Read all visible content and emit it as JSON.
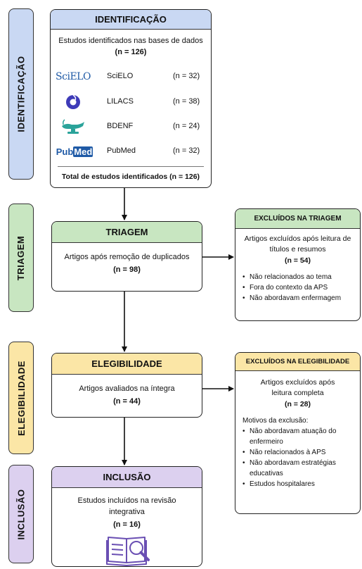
{
  "stages": {
    "identificacao": "IDENTIFICAÇÃO",
    "triagem": "TRIAGEM",
    "elegibilidade": "ELEGIBILIDADE",
    "inclusao": "INCLUSÃO"
  },
  "identificacao": {
    "title": "IDENTIFICAÇÃO",
    "desc": "Estudos identificados nas bases de dados",
    "count": "(n = 126)",
    "databases": [
      {
        "logo": "scielo-logo",
        "logo_text": "SciELO",
        "name": "SciELO",
        "n": "(n = 32)"
      },
      {
        "logo": "lilacs-logo",
        "name": "LILACS",
        "n": "(n = 38)"
      },
      {
        "logo": "bdenf-logo",
        "name": "BDENF",
        "n": "(n = 24)"
      },
      {
        "logo": "pubmed-logo",
        "logo_text_a": "Pub",
        "logo_text_b": "Med",
        "name": "PubMed",
        "n": "(n = 32)"
      }
    ],
    "total": "Total de estudos identificados (n = 126)"
  },
  "triagem": {
    "title": "TRIAGEM",
    "desc": "Artigos após remoção de duplicados",
    "count": "(n = 98)"
  },
  "excluidos_triagem": {
    "title": "EXCLUÍDOS NA TRIAGEM",
    "desc": "Artigos excluídos após leitura de títulos e resumos",
    "count": "(n = 54)",
    "reasons": [
      "Não relacionados ao tema",
      "Fora do contexto da APS",
      "Não abordavam enfermagem"
    ]
  },
  "elegibilidade": {
    "title": "ELEGIBILIDADE",
    "desc": "Artigos avaliados na íntegra",
    "count": "(n = 44)"
  },
  "excluidos_elegibilidade": {
    "title": "EXCLUÍDOS NA ELEGIBILIDADE",
    "desc": "Artigos excluídos após leitura completa",
    "count": "(n = 28)",
    "motivos_label": "Motivos da exclusão:",
    "reasons": [
      "Não abordavam atuação do enfermeiro",
      "Não relacionados à APS",
      "Não abordavam estratégias educativas",
      "Estudos hospitalares"
    ]
  },
  "inclusao": {
    "title": "INCLUSÃO",
    "desc": "Estudos incluídos na revisão integrativa",
    "count": "(n = 16)",
    "icon": "book-search-icon"
  },
  "colors": {
    "identificacao": "#c9d8f3",
    "triagem": "#c8e6c1",
    "elegibilidade": "#fbe6a6",
    "inclusao": "#dcd0ef",
    "lilacs": "#3e3bb8",
    "bdenf": "#2aa39a",
    "pubmed": "#1f5aa6"
  }
}
